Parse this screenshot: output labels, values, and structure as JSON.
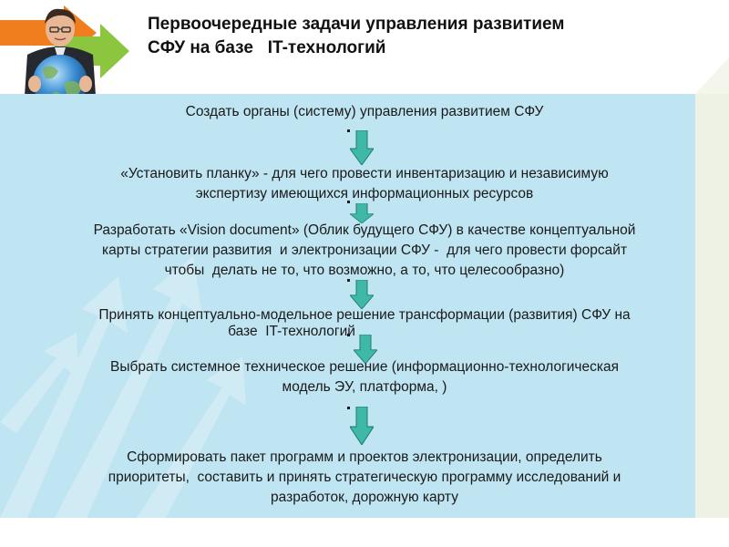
{
  "slide": {
    "title_lines": [
      "Первоочередные задачи управления развитием",
      "СФУ на базе   IT-технологий"
    ]
  },
  "steps": [
    {
      "lines": [
        "Создать органы (систему) управления развитием СФУ"
      ]
    },
    {
      "lines": [
        "«Установить планку» - для чего провести инвентаризацию и независимую",
        "экспертизу имеющихся информационных ресурсов"
      ]
    },
    {
      "lines": [
        "Разработать «Vision document» (Облик будущего СФУ) в качестве концептуальной",
        "карты стратегии развития  и электронизации СФУ -  для чего провести форсайт",
        "чтобы  делать не то, что возможно, а то, что целесообразно)"
      ]
    },
    {
      "lines": [
        "Принять концептуально-модельное решение трансформации (развития) СФУ на",
        "базе  IT-технологий"
      ]
    },
    {
      "lines": [
        "Выбрать системное техническое решение (информационно-технологическая",
        "модель ЭУ, платформа, )"
      ]
    },
    {
      "lines": [
        "Сформировать пакет программ и проектов электронизации, определить",
        "приоритеты,  составить и принять стратегическую программу исследований и",
        "разработок, дорожную карту"
      ]
    }
  ],
  "colors": {
    "panel_background": "#bfe4f2",
    "flow_arrow_fill": "#3fb8a8",
    "side_panel": "#eef2e4",
    "header_arrow_orange": "#f07e1e",
    "header_arrow_green": "#8cc63e"
  }
}
